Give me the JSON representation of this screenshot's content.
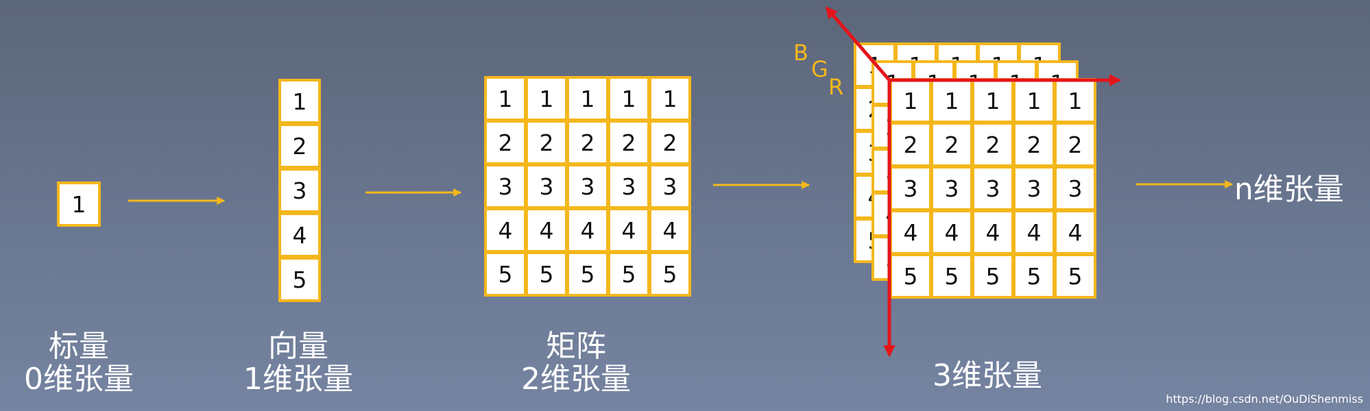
{
  "colors": {
    "background_top": "#5c6679",
    "background_bottom": "#7584a1",
    "cell_border": "#f4b71c",
    "arrow": "#f4b71c",
    "axis": "#e5141b",
    "text": "#ffffff"
  },
  "scalar": {
    "value": "1",
    "caption_line1": "标量",
    "caption_line2": "0维张量"
  },
  "vector": {
    "values": [
      "1",
      "2",
      "3",
      "4",
      "5"
    ],
    "caption_line1": "向量",
    "caption_line2": "1维张量"
  },
  "matrix": {
    "rows": [
      [
        "1",
        "1",
        "1",
        "1",
        "1"
      ],
      [
        "2",
        "2",
        "2",
        "2",
        "2"
      ],
      [
        "3",
        "3",
        "3",
        "3",
        "3"
      ],
      [
        "4",
        "4",
        "4",
        "4",
        "4"
      ],
      [
        "5",
        "5",
        "5",
        "5",
        "5"
      ]
    ],
    "caption_line1": "矩阵",
    "caption_line2": "2维张量"
  },
  "tensor3d": {
    "channel_labels": [
      "B",
      "G",
      "R"
    ],
    "rows": [
      [
        "1",
        "1",
        "1",
        "1",
        "1"
      ],
      [
        "2",
        "2",
        "2",
        "2",
        "2"
      ],
      [
        "3",
        "3",
        "3",
        "3",
        "3"
      ],
      [
        "4",
        "4",
        "4",
        "4",
        "4"
      ],
      [
        "5",
        "5",
        "5",
        "5",
        "5"
      ]
    ],
    "caption": "3维张量"
  },
  "n_tensor_label": "n维张量",
  "watermark": "https://blog.csdn.net/OuDiShenmiss"
}
